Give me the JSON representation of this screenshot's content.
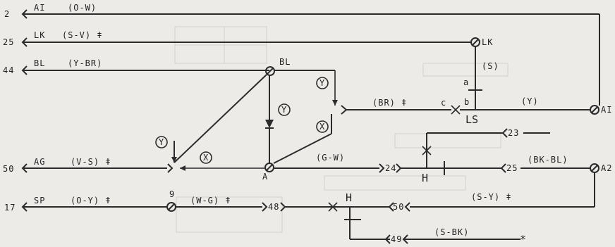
{
  "terminals_left": [
    {
      "number": "2",
      "name": "AI",
      "wire": "(O-W)"
    },
    {
      "number": "25",
      "name": "LK",
      "wire": "(S-V) ǂ"
    },
    {
      "number": "44",
      "name": "BL",
      "wire": "(Y-BR)"
    },
    {
      "number": "50",
      "name": "AG",
      "wire": "(V-S) ǂ"
    },
    {
      "number": "17",
      "name": "SP",
      "wire": "(O-Y) ǂ"
    }
  ],
  "nodes": {
    "lk": "LK",
    "bl": "BL",
    "a": "A",
    "ai": "AI",
    "a2": "A2",
    "nine": "9"
  },
  "circled_labels": {
    "y": "Y",
    "x": "X"
  },
  "switch": {
    "label": "LS",
    "a": "a",
    "b": "b",
    "c": "c",
    "wire_s": "(S)",
    "wire_y": "(Y)"
  },
  "wires": {
    "br": "(BR) ǂ",
    "gw": "(G-W)",
    "bkbl": "(BK-BL)",
    "wg": "(W-G) ǂ",
    "sy": "(S-Y) ǂ",
    "sbk": "(S-BK)"
  },
  "connectors": {
    "c23": "23",
    "c24": "24",
    "c25": "25",
    "c48": "48",
    "c50": "50",
    "c49": "49"
  },
  "h_labels": {
    "h1": "H",
    "h2": "H"
  },
  "star": "*"
}
